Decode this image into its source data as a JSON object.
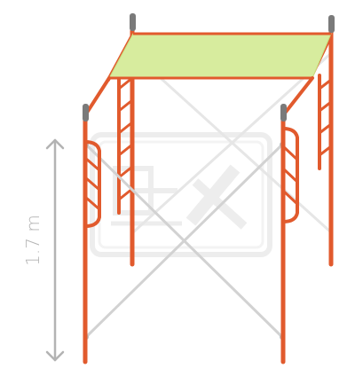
{
  "dimension": {
    "label": "1.7 m",
    "value": 1.7,
    "unit": "m"
  },
  "colors": {
    "frame": "#e15a2d",
    "frame_dark": "#c84a20",
    "platform": "#d7ec9e",
    "platform_edge": "#c7e080",
    "brace": "#d2d2d2",
    "brace_back": "#e6e6e6",
    "cap": "#7a7a7a",
    "dimension": "#b3b3b3",
    "watermark": "#ececec"
  },
  "icons": [
    "scaffold-diagram",
    "watermark-logo"
  ]
}
